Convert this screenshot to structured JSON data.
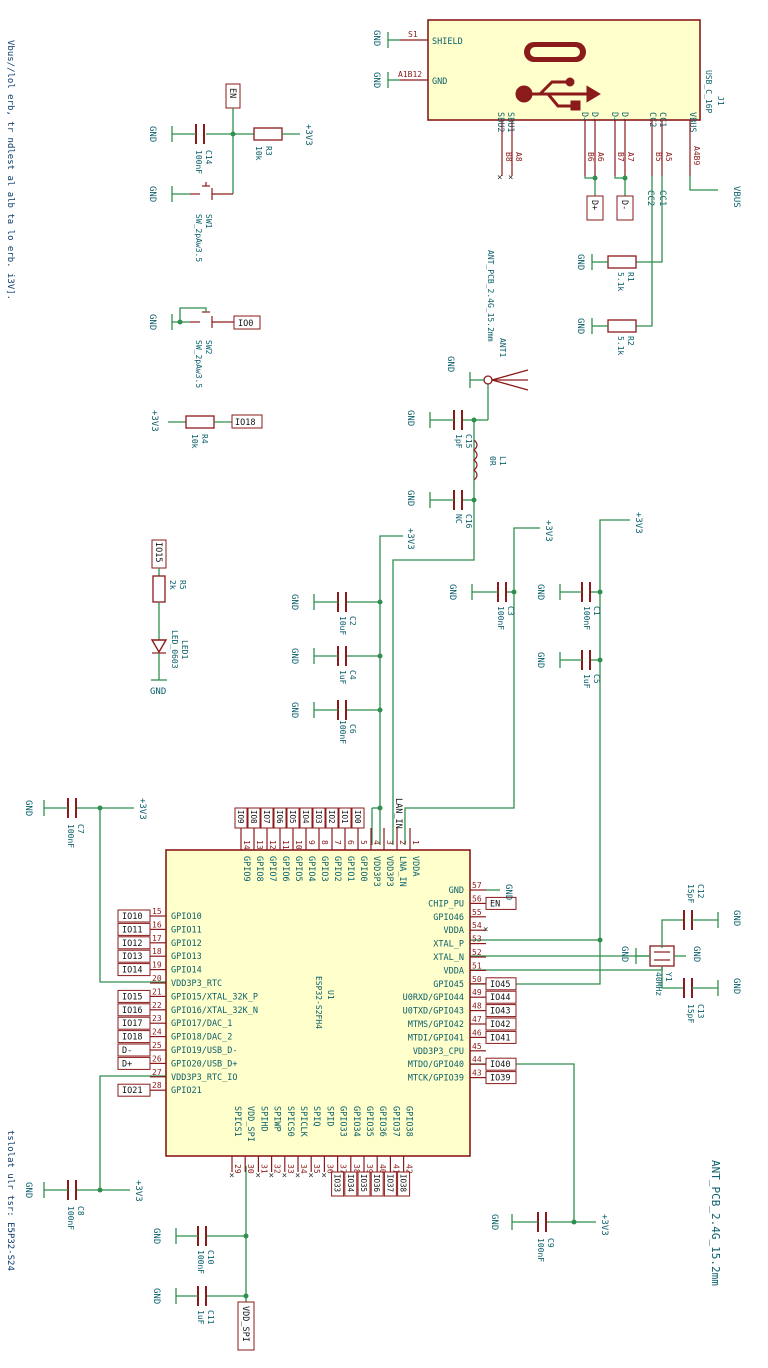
{
  "notes": {
    "top_left": "Vbus//lol erb, tr ndlest al alb ta lo erb. i3V].",
    "bottom_left": "tslolat ulr tsr: E5P32-S24",
    "antenna_title": "ANT_PCB_2.4G_15.2mm"
  },
  "usb": {
    "ref": "J1",
    "value": "USB_C_16P",
    "pins": {
      "shield_num": "S1",
      "shield": "SHIELD",
      "gnd_num": "A1B12",
      "gnd": "GND",
      "sbu1": "SBU1",
      "sbu2": "SBU2",
      "sbu1_num": "A8",
      "sbu2_num": "B8",
      "dp": "D+",
      "dp2": "D+",
      "dm": "D-",
      "dm2": "D-",
      "dp_num": "A6",
      "dp2_num": "B6",
      "dm_num": "A7",
      "dm2_num": "B7",
      "cc1": "CC1",
      "cc2": "CC2",
      "cc1_num": "A5",
      "cc2_num": "B5",
      "vbus": "VBUS",
      "vbus_num": "A4B9"
    }
  },
  "nets": {
    "gnd": "GND",
    "v33": "+3V3",
    "vbus": "VBUS",
    "en": "EN",
    "cc1": "CC1",
    "cc2": "CC2",
    "dp": "D+",
    "dm": "D-",
    "io0": "IO0",
    "io18": "IO18",
    "io15": "IO15",
    "lan_in": "LAN_IN",
    "vdd_spi": "VDD_SPI"
  },
  "parts": {
    "r3": {
      "ref": "R3",
      "value": "10k"
    },
    "c14": {
      "ref": "C14",
      "value": "100nF"
    },
    "sw1": {
      "ref": "SW1",
      "value": "SW_2pAw3.5"
    },
    "sw2": {
      "ref": "SW2",
      "value": "SW_2pAw3.5"
    },
    "r4": {
      "ref": "R4",
      "value": "10k"
    },
    "r5": {
      "ref": "R5",
      "value": "2k"
    },
    "led1": {
      "ref": "LED1",
      "value": "LED_0603"
    },
    "r1": {
      "ref": "R1",
      "value": "5.1k"
    },
    "r2": {
      "ref": "R2",
      "value": "5.1k"
    },
    "ant1": {
      "ref": "ANT1",
      "value": "ANT_PCB_2.4G_15.2mm"
    },
    "c15": {
      "ref": "C15",
      "value": "1pF"
    },
    "l1": {
      "ref": "L1",
      "value": "0R"
    },
    "c16": {
      "ref": "C16",
      "value": "NC"
    },
    "c2": {
      "ref": "C2",
      "value": "10uF"
    },
    "c4": {
      "ref": "C4",
      "value": "1uF"
    },
    "c6": {
      "ref": "C6",
      "value": "100nF"
    },
    "c3": {
      "ref": "C3",
      "value": "100nF"
    },
    "c1": {
      "ref": "C1",
      "value": "100nF"
    },
    "c5": {
      "ref": "C5",
      "value": "1uF"
    },
    "c7": {
      "ref": "C7",
      "value": "100nF"
    },
    "c8": {
      "ref": "C8",
      "value": "100nF"
    },
    "c9": {
      "ref": "C9",
      "value": "100nF"
    },
    "c10": {
      "ref": "C10",
      "value": "100nF"
    },
    "c11": {
      "ref": "C11",
      "value": "1uF"
    },
    "c12": {
      "ref": "C12",
      "value": "15pF"
    },
    "c13": {
      "ref": "C13",
      "value": "15pF"
    },
    "y1": {
      "ref": "Y1",
      "value": "40MHz"
    }
  },
  "mcu": {
    "ref": "U1",
    "value": "ESP32-S2FH4",
    "top_pins": [
      {
        "num": "1",
        "name": "VDDA"
      },
      {
        "num": "2",
        "name": "LNA_IN"
      },
      {
        "num": "3",
        "name": "VDD3P3"
      },
      {
        "num": "4",
        "name": "VDD3P3"
      },
      {
        "num": "5",
        "name": "GPIO0",
        "net": "IO0"
      },
      {
        "num": "6",
        "name": "GPIO1",
        "net": "IO1"
      },
      {
        "num": "7",
        "name": "GPIO2",
        "net": "IO2"
      },
      {
        "num": "8",
        "name": "GPIO3",
        "net": "IO3"
      },
      {
        "num": "9",
        "name": "GPIO4",
        "net": "IO4"
      },
      {
        "num": "10",
        "name": "GPIO5",
        "net": "IO5"
      },
      {
        "num": "11",
        "name": "GPIO6",
        "net": "IO6"
      },
      {
        "num": "12",
        "name": "GPIO7",
        "net": "IO7"
      },
      {
        "num": "13",
        "name": "GPIO8",
        "net": "IO8"
      },
      {
        "num": "14",
        "name": "GPIO9",
        "net": "IO9"
      }
    ],
    "left_pins": [
      {
        "num": "15",
        "name": "GPIO10",
        "net": "IO10"
      },
      {
        "num": "16",
        "name": "GPIO11",
        "net": "IO11"
      },
      {
        "num": "17",
        "name": "GPIO12",
        "net": "IO12"
      },
      {
        "num": "18",
        "name": "GPIO13",
        "net": "IO13"
      },
      {
        "num": "19",
        "name": "GPIO14",
        "net": "IO14"
      },
      {
        "num": "20",
        "name": "VDD3P3_RTC",
        "net": ""
      },
      {
        "num": "21",
        "name": "GPIO15/XTAL_32K_P",
        "net": "IO15"
      },
      {
        "num": "22",
        "name": "GPIO16/XTAL_32K_N",
        "net": "IO16"
      },
      {
        "num": "23",
        "name": "GPIO17/DAC_1",
        "net": "IO17"
      },
      {
        "num": "24",
        "name": "GPIO18/DAC_2",
        "net": "IO18"
      },
      {
        "num": "25",
        "name": "GPIO19/USB_D-",
        "net": "D-"
      },
      {
        "num": "26",
        "name": "GPIO20/USB_D+",
        "net": "D+"
      },
      {
        "num": "27",
        "name": "VDD3P3_RTC_IO",
        "net": ""
      },
      {
        "num": "28",
        "name": "GPIO21",
        "net": "IO21"
      }
    ],
    "bottom_pins": [
      {
        "num": "29",
        "name": "SPICS1"
      },
      {
        "num": "30",
        "name": "VDD_SPI"
      },
      {
        "num": "31",
        "name": "SPIHD"
      },
      {
        "num": "32",
        "name": "SPIWP"
      },
      {
        "num": "33",
        "name": "SPICS0"
      },
      {
        "num": "34",
        "name": "SPICLK"
      },
      {
        "num": "35",
        "name": "SPIQ"
      },
      {
        "num": "36",
        "name": "SPID"
      },
      {
        "num": "37",
        "name": "GPIO33",
        "net": "IO33"
      },
      {
        "num": "38",
        "name": "GPIO34",
        "net": "IO34"
      },
      {
        "num": "39",
        "name": "GPIO35",
        "net": "IO35"
      },
      {
        "num": "40",
        "name": "GPIO36",
        "net": "IO36"
      },
      {
        "num": "41",
        "name": "GPIO37",
        "net": "IO37"
      },
      {
        "num": "42",
        "name": "GPIO38",
        "net": "IO38"
      }
    ],
    "right_pins": [
      {
        "num": "57",
        "name": "GND",
        "net": "GND"
      },
      {
        "num": "56",
        "name": "CHIP_PU",
        "net": "EN"
      },
      {
        "num": "55",
        "name": "GPIO46",
        "net": ""
      },
      {
        "num": "54",
        "name": "VDDA",
        "net": ""
      },
      {
        "num": "53",
        "name": "XTAL_P",
        "net": ""
      },
      {
        "num": "52",
        "name": "XTAL_N",
        "net": ""
      },
      {
        "num": "51",
        "name": "VDDA",
        "net": ""
      },
      {
        "num": "50",
        "name": "GPIO45",
        "net": "IO45"
      },
      {
        "num": "49",
        "name": "U0RXD/GPIO44",
        "net": "IO44"
      },
      {
        "num": "48",
        "name": "U0TXD/GPIO43",
        "net": "IO43"
      },
      {
        "num": "47",
        "name": "MTMS/GPIO42",
        "net": "IO42"
      },
      {
        "num": "46",
        "name": "MTDI/GPIO41",
        "net": "IO41"
      },
      {
        "num": "45",
        "name": "VDD3P3_CPU",
        "net": ""
      },
      {
        "num": "44",
        "name": "MTDO/GPIO40",
        "net": "IO40"
      },
      {
        "num": "43",
        "name": "MTCK/GPIO39",
        "net": "IO39"
      }
    ]
  }
}
